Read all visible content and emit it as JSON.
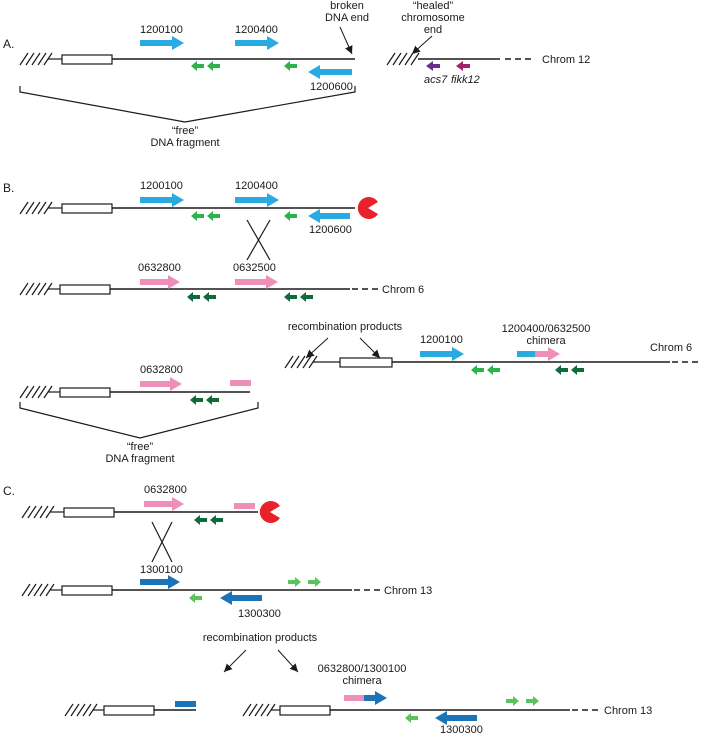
{
  "colors": {
    "line": "#1a1a1a",
    "cyan": "#29aae1",
    "green": "#2bb34a",
    "darkgreen": "#0f6b3a",
    "lightgreen": "#5cc35a",
    "pink": "#ee8fba",
    "blue": "#1b74b8",
    "purple": "#6a2c91",
    "magenta": "#a3206e",
    "red": "#e8222a"
  },
  "icons": [
    "red-pacman-exonuclease-icon"
  ],
  "panels": {
    "a": {
      "label": "A.",
      "gene_1200100": "1200100",
      "gene_1200400": "1200400",
      "gene_1200600": "1200600",
      "broken_end_line1": "broken",
      "broken_end_line2": "DNA end",
      "healed_line1": "“healed”",
      "healed_line2": "chromosome",
      "healed_line3": "end",
      "chrom": "Chrom 12",
      "acs7": "acs7",
      "fikk12": "fikk12",
      "free_line1": "“free”",
      "free_line2": "DNA fragment"
    },
    "b": {
      "label": "B.",
      "gene_1200100": "1200100",
      "gene_1200400": "1200400",
      "gene_1200600": "1200600",
      "gene_0632800": "0632800",
      "gene_0632500": "0632500",
      "chrom6": "Chrom 6",
      "recomb": "recombination products",
      "prod_0632800": "0632800",
      "prod_1200100": "1200100",
      "chimera_line1": "1200400/0632500",
      "chimera_line2": "chimera",
      "prod_chrom6": "Chrom 6",
      "free_line1": "“free”",
      "free_line2": "DNA fragment"
    },
    "c": {
      "label": "C.",
      "gene_0632800": "0632800",
      "gene_1300100": "1300100",
      "gene_1300300": "1300300",
      "chrom13": "Chrom 13",
      "recomb": "recombination products",
      "chimera_line1": "0632800/1300100",
      "chimera_line2": "chimera",
      "prod_chrom13": "Chrom 13",
      "prod_1300300": "1300300"
    }
  }
}
